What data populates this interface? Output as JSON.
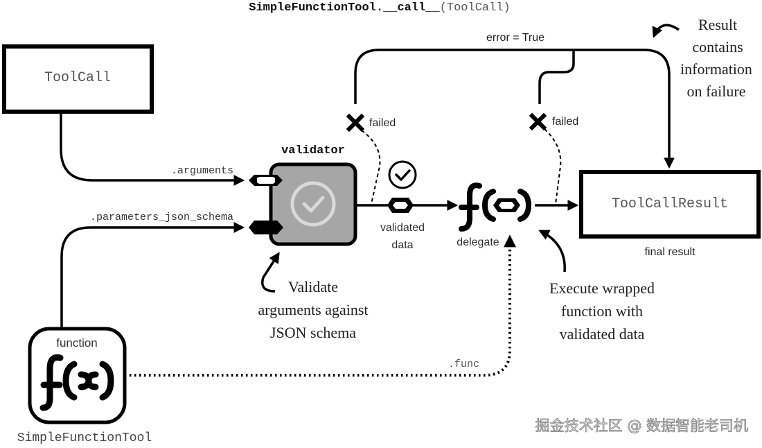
{
  "title": {
    "bold": "SimpleFunctionTool.__call__",
    "normal": "(ToolCall)"
  },
  "nodes": {
    "toolcall": "ToolCall",
    "validator": "validator",
    "delegate": "delegate",
    "toolcallresult": "ToolCallResult",
    "final_result": "final result",
    "function_label": "function",
    "simplefunctiontool": "SimpleFunctionTool"
  },
  "edges": {
    "arguments": ".arguments",
    "parameters_json_schema": ".parameters_json_schema",
    "validated_data_line1": "validated",
    "validated_data_line2": "data",
    "error_true": "error = True",
    "failed_validator": "failed",
    "failed_delegate": "failed",
    "func": ".func"
  },
  "annotations": {
    "validate": [
      "Validate",
      "arguments against",
      "JSON schema"
    ],
    "execute": [
      "Execute wrapped",
      "function with",
      "validated data"
    ],
    "result_failure": [
      "Result",
      "contains",
      "information",
      "on failure"
    ]
  },
  "icons": {
    "validator_icon": "check-circle-icon",
    "success_icon": "check-circle-icon",
    "failure_icon": "x-icon",
    "delegate_icon": "function-icon",
    "function_icon": "function-icon"
  },
  "colors": {
    "stroke": "#000000",
    "validator_fill": "#a6a6a6",
    "validator_check": "#d9d9d9",
    "text_mono": "#555555",
    "text": "#222222"
  },
  "watermark": "掘金技术社区 @ 数据智能老司机"
}
